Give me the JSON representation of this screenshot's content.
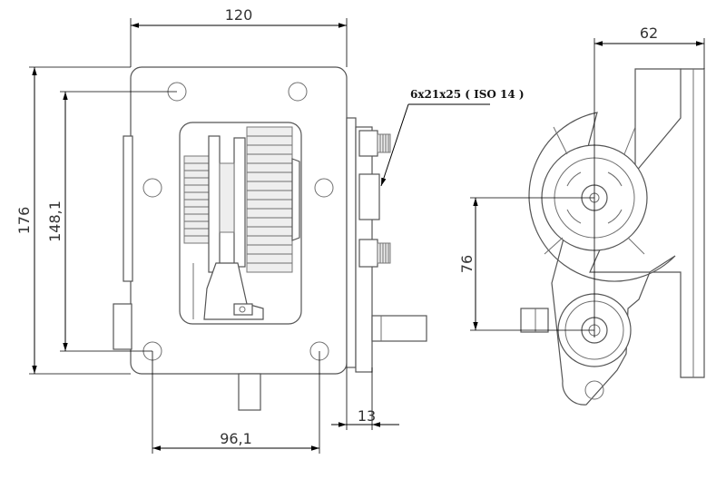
{
  "dimensions": {
    "overall_width": "120",
    "overall_height": "176",
    "hole_vertical_spacing": "148,1",
    "hole_horizontal_spacing": "96,1",
    "flange_thickness": "13",
    "side_offset": "62",
    "shaft_center_distance": "76"
  },
  "annotations": {
    "stud_spec": "6x21x25 ( ISO 14 )"
  }
}
